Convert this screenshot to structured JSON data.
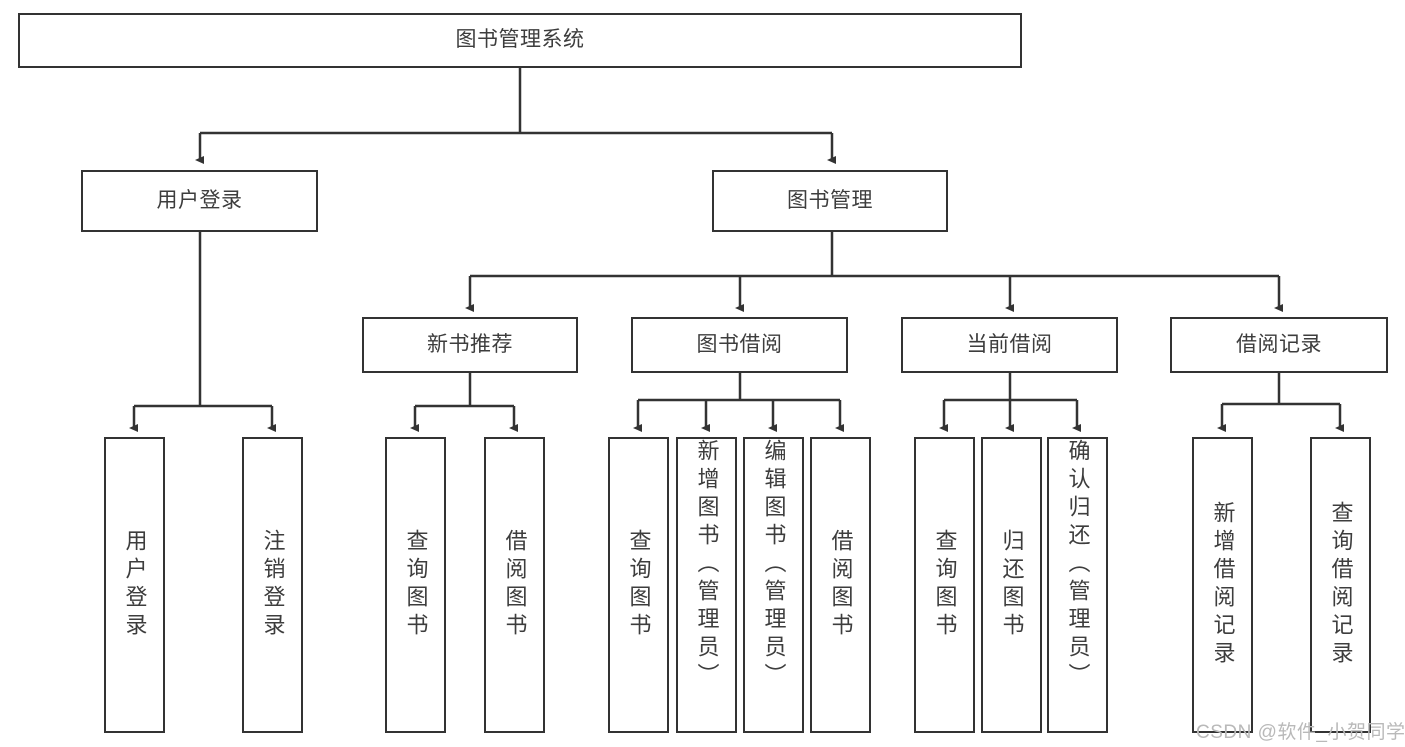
{
  "diagram": {
    "type": "hierarchy-tree",
    "title": "图书管理系统",
    "root": {
      "label": "图书管理系统"
    },
    "level2": [
      {
        "label": "用户登录"
      },
      {
        "label": "图书管理"
      }
    ],
    "level3": [
      {
        "label": "新书推荐"
      },
      {
        "label": "图书借阅"
      },
      {
        "label": "当前借阅"
      },
      {
        "label": "借阅记录"
      }
    ],
    "leaves": [
      {
        "label": "用户登录"
      },
      {
        "label": "注销登录"
      },
      {
        "label": "查询图书"
      },
      {
        "label": "借阅图书"
      },
      {
        "label": "查询图书"
      },
      {
        "label": "新增图书（管理员）"
      },
      {
        "label": "编辑图书（管理员）"
      },
      {
        "label": "借阅图书"
      },
      {
        "label": "查询图书"
      },
      {
        "label": "归还图书"
      },
      {
        "label": "确认归还（管理员）"
      },
      {
        "label": "新增借阅记录"
      },
      {
        "label": "查询借阅记录"
      }
    ]
  },
  "watermark": {
    "text": "CSDN @软件_小贺同学"
  },
  "colors": {
    "stroke": "#333333",
    "text": "#3d3d3d",
    "background": "#ffffff",
    "watermark": "#b9b9b9"
  }
}
